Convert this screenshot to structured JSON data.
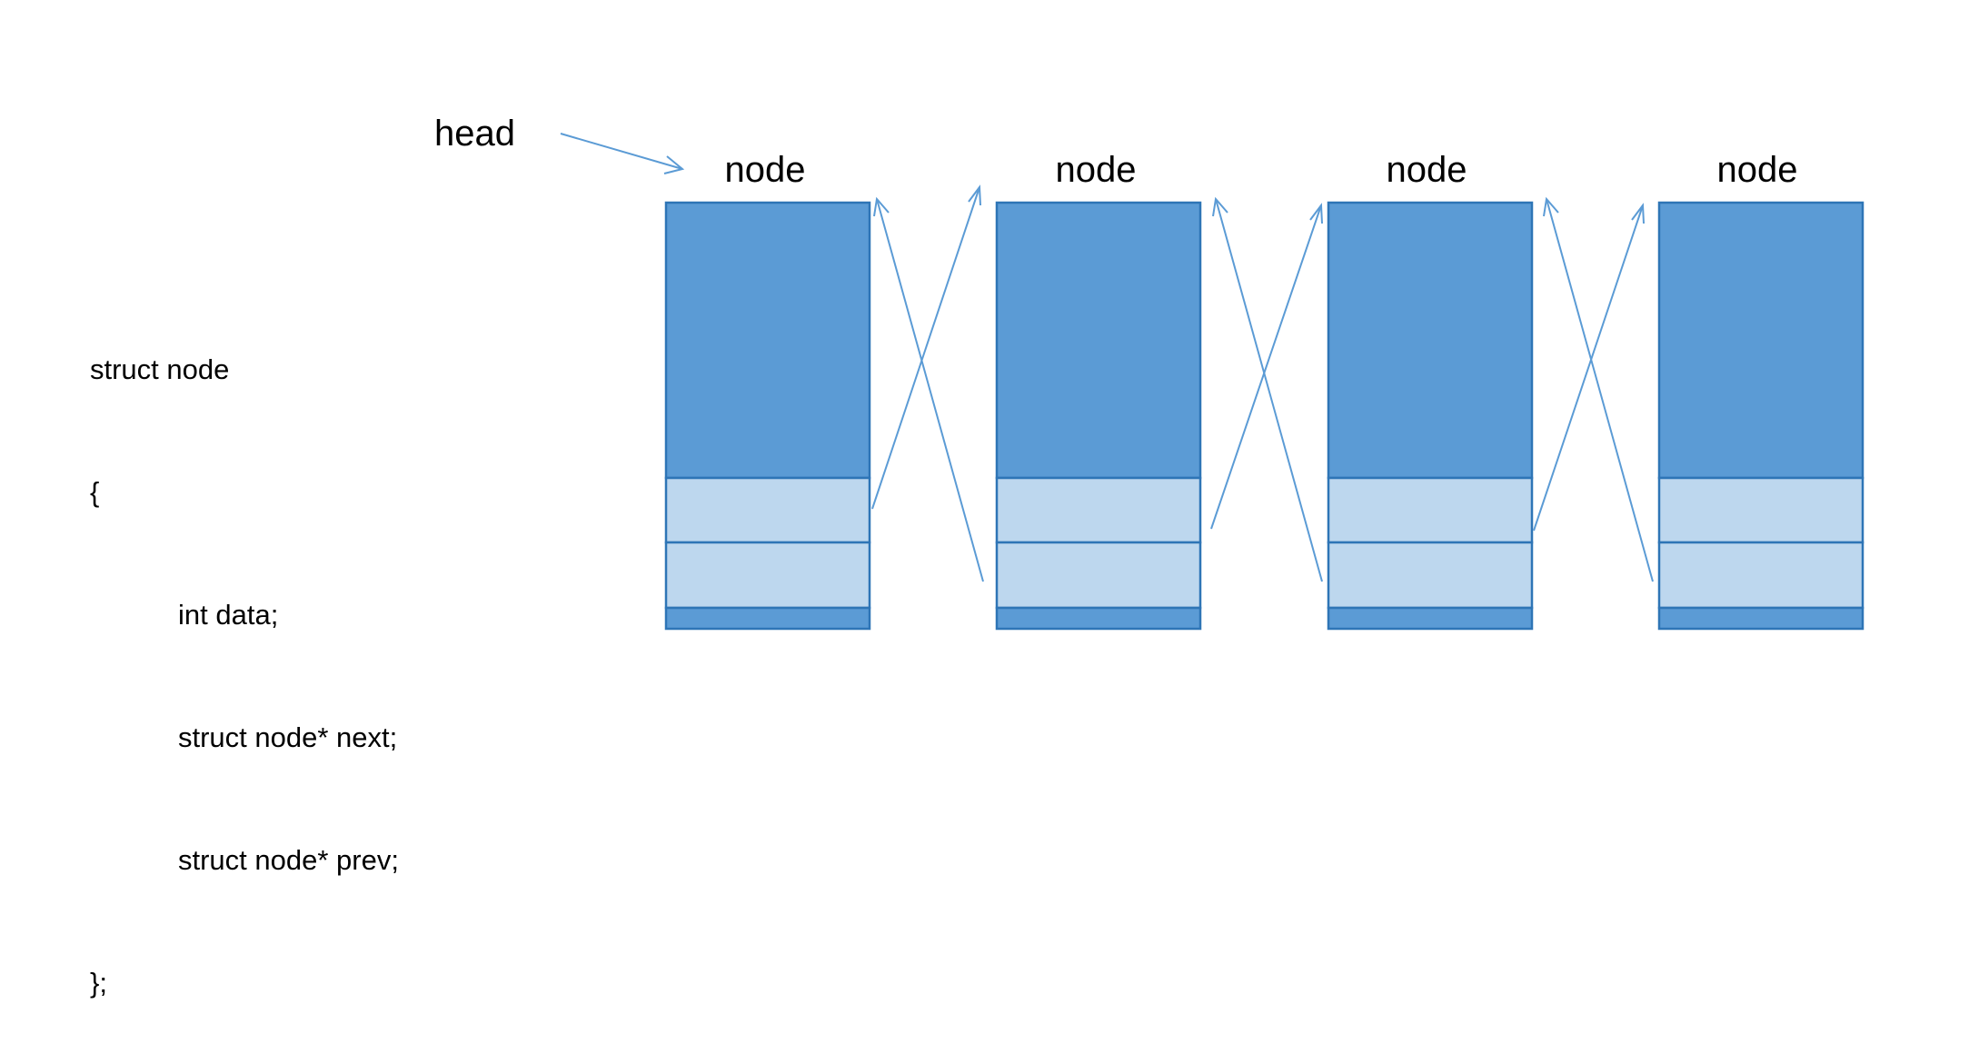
{
  "head_label": "head",
  "nodes": [
    {
      "label": "node"
    },
    {
      "label": "node"
    },
    {
      "label": "node"
    },
    {
      "label": "node"
    }
  ],
  "code": {
    "line1": "struct node",
    "line2": "{",
    "line3": "int data;",
    "line4": "struct node* next;",
    "line5": "struct node* prev;",
    "line6": "};"
  },
  "colors": {
    "node_dark": "#5b9bd5",
    "node_light": "#bdd7ee",
    "border": "#2e75b6",
    "arrow": "#5b9bd5"
  }
}
